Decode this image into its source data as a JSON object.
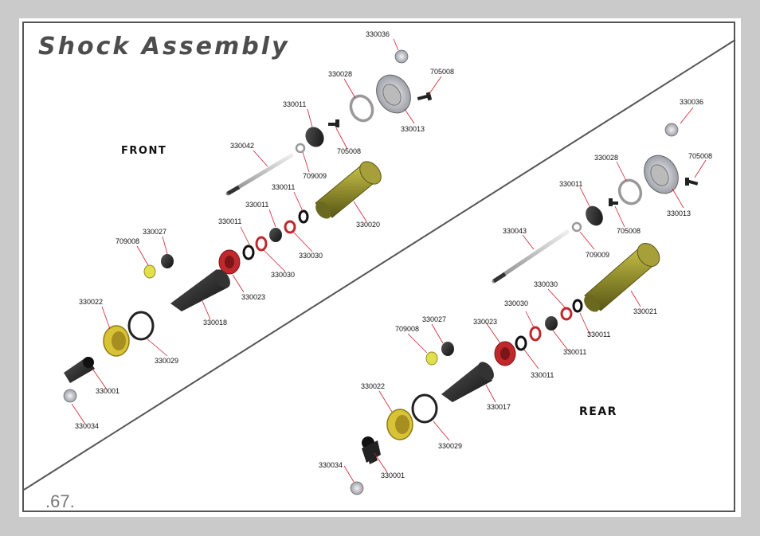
{
  "page": {
    "title": "Shock Assembly",
    "page_number": ".67."
  },
  "front": {
    "heading": "FRONT",
    "labels": [
      "330036",
      "330028",
      "705008",
      "330011",
      "330013",
      "705008",
      "330042",
      "709009",
      "330011",
      "330020",
      "330011",
      "330011",
      "330030",
      "330027",
      "709008",
      "330030",
      "330023",
      "330018",
      "330022",
      "330029",
      "330001",
      "330034"
    ]
  },
  "rear": {
    "heading": "REAR",
    "labels": [
      "330036",
      "330028",
      "705008",
      "330011",
      "330013",
      "705008",
      "330043",
      "709009",
      "330030",
      "330030",
      "330021",
      "330023",
      "330027",
      "709008",
      "330011",
      "330011",
      "330011",
      "330022",
      "330017",
      "330029",
      "330034",
      "330001"
    ]
  },
  "colors": {
    "frame": "#555555",
    "leader_line": "#cc1f2e",
    "gold_part": "#b8a92f",
    "red_part": "#c0282c",
    "body_olive": "#8e8a2c"
  }
}
